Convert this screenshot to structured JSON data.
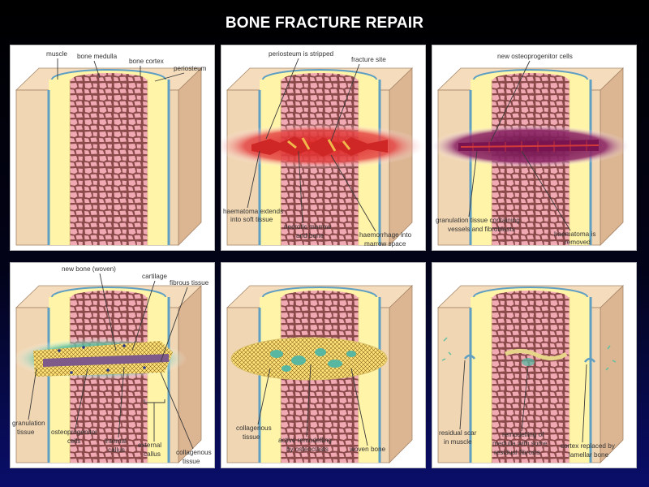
{
  "title": "BONE FRACTURE REPAIR",
  "panels": [
    {
      "labels": {
        "muscle": "muscle",
        "bone_medulla": "bone medulla",
        "bone_cortex": "bone cortex",
        "periosteum": "periosteum"
      }
    },
    {
      "labels": {
        "periosteum_stripped": "periosteum is stripped",
        "fracture_site": "fracture site",
        "haematoma_l1": "haematoma extends",
        "haematoma_l2": "into soft tissue",
        "necrotic_l1": "necrotic marrow",
        "necrotic_l2": "and bone",
        "haemorrhage_l1": "haemorrhage into",
        "haemorrhage_l2": "marrow space"
      }
    },
    {
      "labels": {
        "osteo_cells": "new osteoprogenitor cells",
        "granulation_l1": "granulation tissue containing",
        "granulation_l2": "vessels and fibroblasts",
        "removed_l1": "haematoma is",
        "removed_l2": "removed"
      }
    },
    {
      "labels": {
        "new_bone": "new bone (woven)",
        "cartilage": "cartilage",
        "fibrous": "fibrous tissue",
        "gran_l1": "granulation",
        "gran_l2": "tissue",
        "osteo_l1": "osteoprogenitor",
        "osteo_l2": "cells",
        "internal_l1": "internal",
        "internal_l2": "callus",
        "external_l1": "external",
        "external_l2": "callus",
        "collagenous_l1": "collagenous",
        "collagenous_l2": "tissue"
      }
    },
    {
      "labels": {
        "coll_l1": "collagenous",
        "coll_l2": "tissue",
        "remodel_l1": "active remodelling",
        "remodel_l2": "by osteoclasts",
        "woven": "woven bone"
      }
    },
    {
      "labels": {
        "scar_l1": "residual scar",
        "scar_l2": "in muscle",
        "remod_l1": "remodelling of",
        "remod_l2": "medulla with some",
        "remod_l3": "residual fibrosis",
        "cortex_l1": "cortex replaced by",
        "cortex_l2": "lamellar bone"
      }
    }
  ],
  "colors": {
    "muscle": "#f1d6b3",
    "muscle_side": "#dcb592",
    "cortex": "#fff4a8",
    "periosteum": "#5f9fc2",
    "medulla_fill": "#f1a9b3",
    "medulla_line": "#8a4a4a",
    "haematoma": "#e03434",
    "granulation": "#7a1450",
    "callus_green": "#3fae8a",
    "callus_yellow": "#ffe27a"
  }
}
